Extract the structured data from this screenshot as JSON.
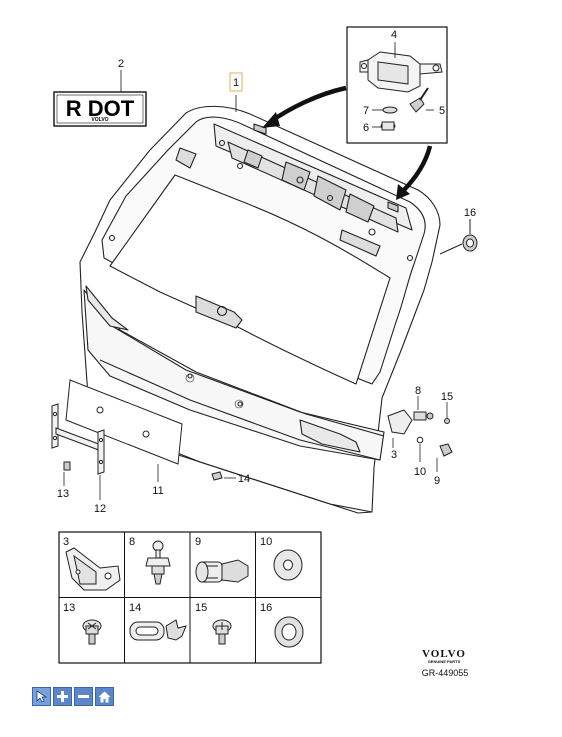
{
  "labels": {
    "c1": "1",
    "c2": "2",
    "c3": "3",
    "c4": "4",
    "c5": "5",
    "c6": "6",
    "c7": "7",
    "c8": "8",
    "c10": "10",
    "c9": "9",
    "c11": "11",
    "c12": "12",
    "c13": "13",
    "c14": "14",
    "c15": "15",
    "c16": "16"
  },
  "sticker": {
    "text": "R DOT",
    "brand": "VOLVO"
  },
  "grid": {
    "cells": [
      {
        "label": "3"
      },
      {
        "label": "8"
      },
      {
        "label": "9"
      },
      {
        "label": "10"
      },
      {
        "label": "13"
      },
      {
        "label": "14"
      },
      {
        "label": "15"
      },
      {
        "label": "16"
      }
    ]
  },
  "brand": {
    "name": "VOLVO",
    "tagline": "GENUINE PARTS",
    "ref": "GR-449055"
  },
  "toolbar": {
    "buttons": [
      {
        "icon": "pointer-icon"
      },
      {
        "icon": "zoom-in-icon"
      },
      {
        "icon": "zoom-out-icon"
      },
      {
        "icon": "home-icon"
      }
    ]
  }
}
